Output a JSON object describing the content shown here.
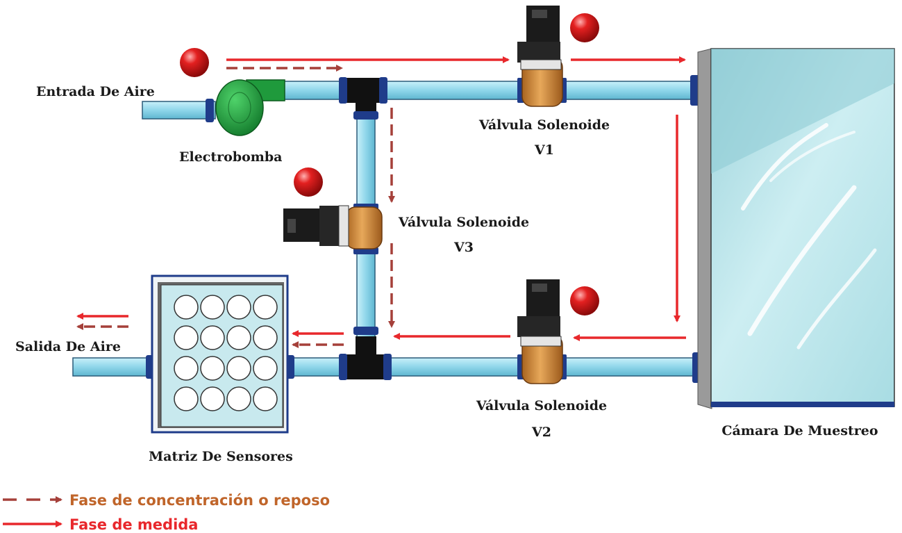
{
  "labels": {
    "air_inlet": "Entrada De Aire",
    "pump": "Electrobomba",
    "valve_v1_line1": "Válvula Solenoide",
    "valve_v1_line2": "V1",
    "valve_v3_line1": "Válvula Solenoide",
    "valve_v3_line2": "V3",
    "valve_v2_line1": "Válvula Solenoide",
    "valve_v2_line2": "V2",
    "sampling_chamber": "Cámara De Muestreo",
    "sensor_matrix": "Matriz De Sensores",
    "air_outlet": "Salida De Aire"
  },
  "legend": {
    "dashed_label": "Fase de concentración o  reposo",
    "solid_label": "Fase de medida"
  },
  "colors": {
    "pipe": "#8fd6ea",
    "pipe_border": "#2a5a78",
    "joint": "#1f3c8a",
    "pump": "#1f9a3c",
    "valve_body": "#d08a34",
    "valve_coil": "#1b1b1b",
    "indicator": "#d81b1b",
    "chamber_glass": "#bfe3e8",
    "arrow_measure": "#e8282c",
    "arrow_rest": "#a5403a",
    "legend_text": "#c0652a",
    "legend_text_measure": "#e8282c"
  },
  "sensor_matrix": {
    "rows": 4,
    "cols": 4
  }
}
